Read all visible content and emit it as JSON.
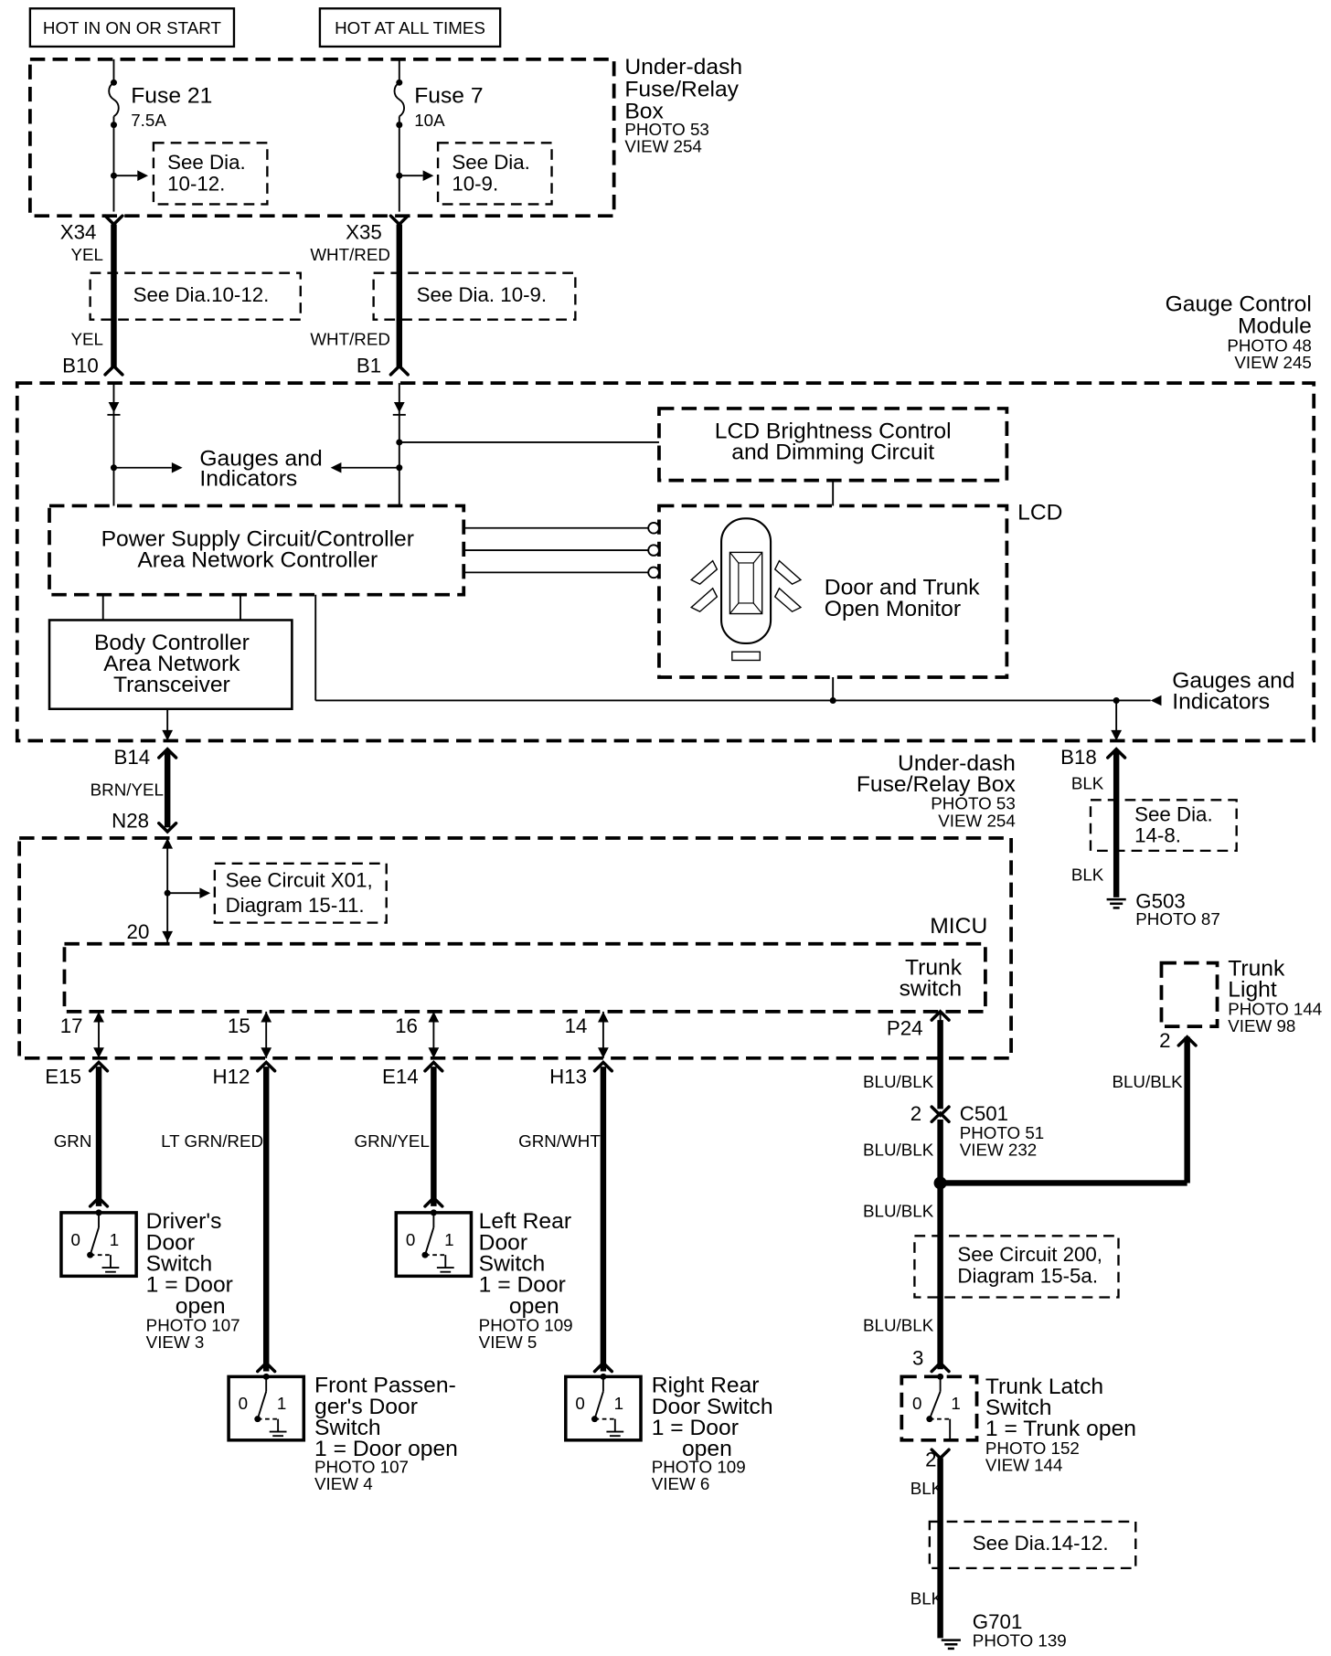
{
  "power": {
    "hot_run": "HOT IN ON OR START",
    "hot_always": "HOT AT ALL TIMES"
  },
  "fusebox_top": {
    "title": [
      "Under-dash",
      "Fuse/Relay",
      "Box"
    ],
    "photo": "PHOTO 53",
    "view": "VIEW 254",
    "fuse21": {
      "name": "Fuse 21",
      "rating": "7.5A",
      "ref": [
        "See  Dia.",
        "10-12."
      ]
    },
    "fuse7": {
      "name": "Fuse 7",
      "rating": "10A",
      "ref": [
        "See Dia.",
        "10-9."
      ]
    }
  },
  "connectors": {
    "x34": "X34",
    "x35": "X35",
    "b10": "B10",
    "b1": "B1",
    "b14": "B14",
    "n28": "N28",
    "b18": "B18",
    "e15": "E15",
    "h12": "H12",
    "e14": "E14",
    "h13": "H13",
    "p24": "P24",
    "c501": "C501"
  },
  "wire_colors": {
    "yel_top": "YEL",
    "yel_bot": "YEL",
    "whtred_top": "WHT/RED",
    "whtred_bot": "WHT/RED",
    "brnyel": "BRN/YEL",
    "blk_b18_top": "BLK",
    "blk_b18_bot": "BLK",
    "grn": "GRN",
    "ltgrnred": "LT GRN/RED",
    "grnyel": "GRN/YEL",
    "grnwht": "GRN/WHT",
    "blublk_1": "BLU/BLK",
    "blublk_2": "BLU/BLK",
    "blublk_3": "BLU/BLK",
    "blublk_4": "BLU/BLK",
    "blublk_trunk": "BLU/BLK",
    "blk_latch": "BLK",
    "blk_g701": "BLK"
  },
  "refs": {
    "dia_10_12": "See  Dia.10-12.",
    "dia_10_9": "See  Dia. 10-9.",
    "dia_14_8": [
      "See Dia.",
      "14-8."
    ],
    "circuit_x01": [
      "See Circuit X01,",
      "Diagram  15-11."
    ],
    "circuit_200": [
      "See Circuit 200,",
      "Diagram  15-5a."
    ],
    "dia_14_12": "See  Dia.14-12."
  },
  "gcm": {
    "title": [
      "Gauge Control",
      "Module"
    ],
    "photo": "PHOTO 48",
    "view": "VIEW 245",
    "gauges": [
      "Gauges and",
      "Indicators"
    ],
    "gauges_right": [
      "Gauges and",
      "Indicators"
    ],
    "lcd_brightness": [
      "LCD Brightness Control",
      "and Dimming Circuit"
    ],
    "lcd": "LCD",
    "power_supply": [
      "Power Supply Circuit/Controller",
      "Area Network Controller"
    ],
    "body_controller": [
      "Body Controller",
      "Area Network",
      "Transceiver"
    ],
    "monitor": [
      "Door and Trunk",
      "Open Monitor"
    ]
  },
  "fusebox_mid": {
    "title": [
      "Under-dash",
      "Fuse/Relay Box"
    ],
    "photo": "PHOTO 53",
    "view": "VIEW 254"
  },
  "micu": {
    "label": "MICU",
    "trunk_switch": [
      "Trunk",
      "switch"
    ],
    "pins": {
      "p20": "20",
      "p17": "17",
      "p15": "15",
      "p16": "16",
      "p14": "14"
    }
  },
  "grounds": {
    "g503": {
      "name": "G503",
      "photo": "PHOTO 87"
    },
    "g701": {
      "name": "G701",
      "photo": "PHOTO 139"
    }
  },
  "trunk_light": {
    "title": [
      "Trunk",
      "Light"
    ],
    "photo": "PHOTO 144",
    "view": "VIEW 98",
    "pin": "2"
  },
  "c501_info": {
    "pin": "2",
    "photo": "PHOTO 51",
    "view": "VIEW 232"
  },
  "switches": {
    "driver": {
      "title": [
        "Driver's",
        "Door",
        "Switch",
        "1 = Door",
        "open"
      ],
      "photo": "PHOTO 107",
      "view": "VIEW 3"
    },
    "front_pass": {
      "title": [
        "Front Passen-",
        "ger's Door",
        "Switch",
        "1 = Door open"
      ],
      "photo": "PHOTO 107",
      "view": "VIEW 4"
    },
    "left_rear": {
      "title": [
        "Left Rear",
        "Door",
        "Switch",
        "1 = Door",
        "open"
      ],
      "photo": "PHOTO 109",
      "view": "VIEW 5"
    },
    "right_rear": {
      "title": [
        "Right Rear",
        "Door Switch",
        "1 = Door",
        "open"
      ],
      "photo": "PHOTO 109",
      "view": "VIEW 6"
    },
    "trunk_latch": {
      "title": [
        "Trunk Latch",
        "Switch",
        "1 = Trunk open"
      ],
      "photo": "PHOTO 152",
      "view": "VIEW 144",
      "pin_top": "3",
      "pin_bot": "2"
    },
    "pos0": "0",
    "pos1": "1"
  }
}
